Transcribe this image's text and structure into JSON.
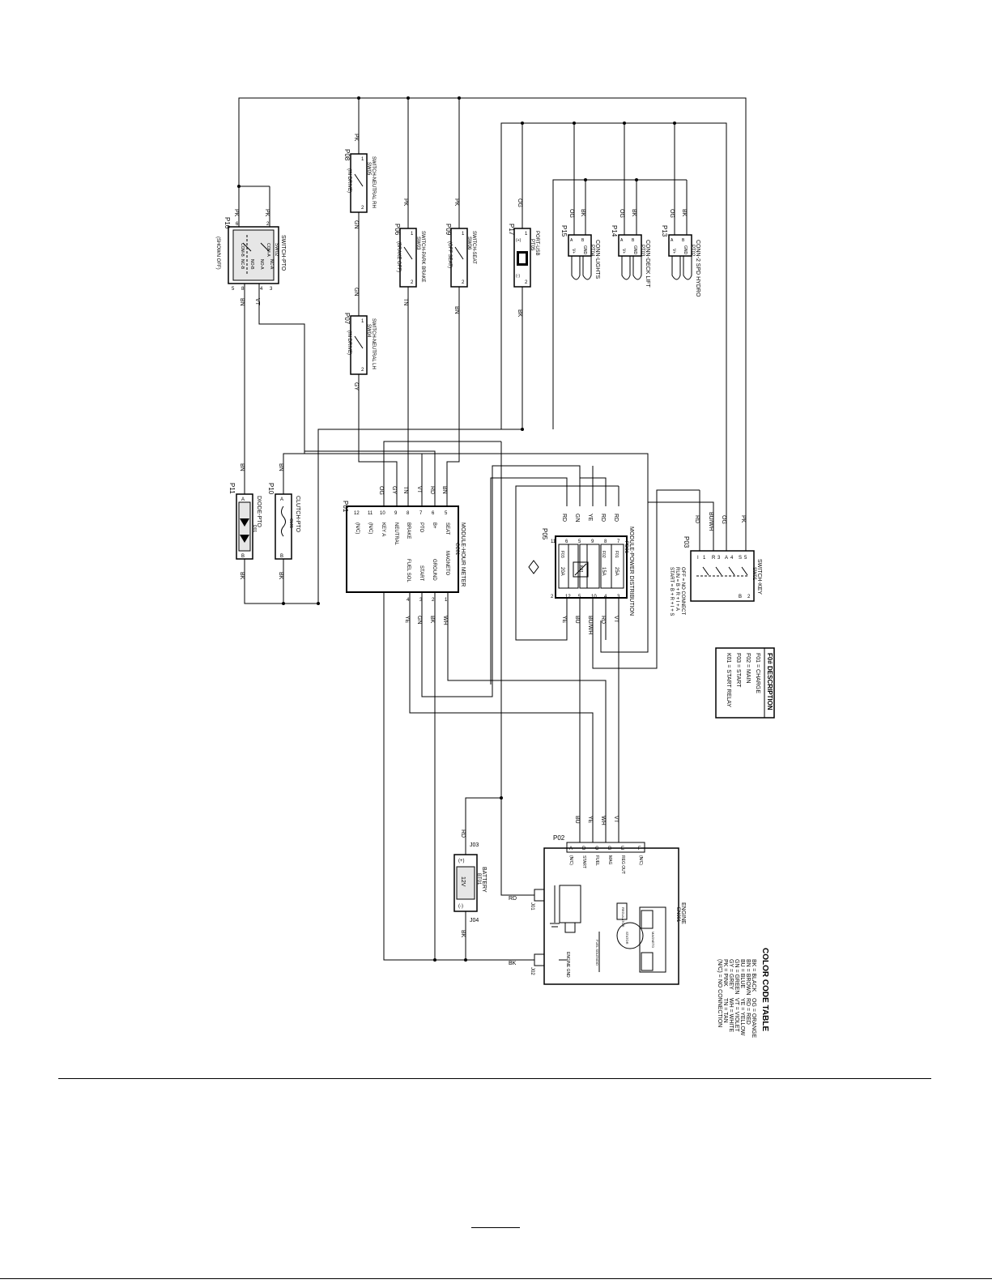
{
  "connectors": {
    "p16": {
      "ref": "P16",
      "name": "SWITCH-PTO",
      "code": "SW02",
      "state": "(SHOWN OFF)",
      "pins": [
        "6",
        "2",
        "5",
        "8",
        "4",
        "3",
        "3"
      ],
      "contacts": [
        "COM-B",
        "COM-A",
        "NC-B",
        "NO-B",
        "NO-A",
        "NC-A"
      ]
    },
    "p08": {
      "ref": "P08",
      "name": "SWITCH-NEUTRAL RH",
      "code": "SW05",
      "state": "(IN DRIVE)",
      "pins": [
        "1",
        "2"
      ]
    },
    "p07": {
      "ref": "P07",
      "name": "SWITCH-NEUTRAL LH",
      "code": "SW04",
      "state": "(IN DRIVE)",
      "pins": [
        "1",
        "2"
      ]
    },
    "p06": {
      "ref": "P06",
      "name": "SWITCH-PARK BRAKE",
      "code": "SW03",
      "state": "(BRAKE OFF)",
      "pins": [
        "1",
        "2"
      ]
    },
    "p09": {
      "ref": "P09",
      "name": "SWITCH-SEAT",
      "code": "SW06",
      "state": "(OFF SEAT)",
      "pins": [
        "1",
        "2"
      ]
    },
    "p17": {
      "ref": "P17",
      "name": "PORT-USB",
      "code": "PT05",
      "pins": [
        "1",
        "2"
      ],
      "pin_labels": [
        "(+)",
        "(-)"
      ]
    },
    "p15": {
      "ref": "P15",
      "name": "CONN-LIGHTS",
      "code": "PT04",
      "pins": [
        "A",
        "B"
      ],
      "pin_labels": [
        "V+",
        "GND"
      ]
    },
    "p14": {
      "ref": "P14",
      "name": "CONN-DECK LIFT",
      "code": "PT03",
      "pins": [
        "A",
        "B"
      ],
      "pin_labels": [
        "V+",
        "GND"
      ]
    },
    "p13": {
      "ref": "P13",
      "name": "CONN-2 SPD HYDRO",
      "code": "PT02",
      "pins": [
        "A",
        "B"
      ],
      "pin_labels": [
        "V+",
        "GND"
      ]
    },
    "p10": {
      "ref": "P10",
      "name": "CLUTCH-PTO",
      "code": "CL01",
      "pins": [
        "A",
        "B"
      ]
    },
    "p11": {
      "ref": "P11",
      "name": "DIODE-PTO",
      "code": "D01",
      "pins": [
        "A",
        "B"
      ]
    },
    "p01": {
      "ref": "P01",
      "name": "MODULE-HOUR METER",
      "code": "CC01",
      "pins": [
        "5",
        "6",
        "7",
        "8",
        "9",
        "10",
        "11",
        "12",
        "1",
        "2",
        "3",
        "4"
      ],
      "left_labels": [
        "SEAT",
        "B+",
        "PTO",
        "BRAKE",
        "NEUTRAL",
        "KEY A",
        "(N/C)",
        "(N/C)"
      ],
      "right_labels": [
        "MAGNETO",
        "GROUND",
        "START",
        "FUEL SOL"
      ]
    },
    "p05": {
      "ref": "P05",
      "name": "MODULE-POWER DISTRIBUTION",
      "code": "PD01",
      "pins": [
        "7",
        "8",
        "9",
        "5",
        "6",
        "11",
        "3",
        "4",
        "10",
        "5",
        "12",
        "2"
      ],
      "fuses": [
        {
          "id": "F01",
          "amps": "25A"
        },
        {
          "id": "F02",
          "amps": "15A"
        },
        {
          "id": "F03",
          "amps": "20A"
        }
      ],
      "relay": "K01"
    },
    "p03": {
      "ref": "P03",
      "name": "SWITCH-KEY",
      "code": "SW01",
      "pins": [
        "5",
        "4",
        "3",
        "1",
        "2"
      ],
      "pin_labels": [
        "S",
        "A",
        "R",
        "I",
        "B"
      ],
      "positions": [
        "OFF = NO CONNECT",
        "RUN = B + R + I + A",
        "START = B + R + I + S"
      ]
    },
    "p02": {
      "ref": "P02",
      "name": "ENGINE",
      "code": "EN001",
      "pins": [
        "A",
        "D",
        "C",
        "B",
        "E",
        "F"
      ],
      "pin_labels": [
        "(N/C)",
        "START",
        "FUEL",
        "MAG",
        "REG OUT",
        "(N/C)"
      ],
      "parts": [
        "FUEL SOLENOID",
        "ENGINE GND",
        "STATOR",
        "REGULATOR",
        "MAGNETO"
      ]
    },
    "j03": {
      "ref": "J03",
      "label": "(+)"
    },
    "j04": {
      "ref": "J04",
      "label": "(-)"
    },
    "j01": {
      "ref": "J01"
    },
    "j02": {
      "ref": "J02"
    },
    "battery": {
      "name": "BATTERY",
      "code": "BT01",
      "voltage": "12V"
    }
  },
  "wires": {
    "pk": "PK",
    "gn": "GN",
    "gy": "GY",
    "tn": "TN",
    "bn": "BN",
    "og": "OG",
    "bk": "BK",
    "vt": "VT",
    "rd": "RD",
    "ye": "YE",
    "bu": "BU",
    "wh": "WH",
    "buwh": "BU/WH"
  },
  "fuse_table": {
    "title": "F0# DESCRIPTION",
    "rows": [
      "F01 = CHARGE",
      "F02 = MAIN",
      "F03 = START",
      "K01 = START RELAY"
    ]
  },
  "color_code_table": {
    "title": "COLOR CODE TABLE",
    "rows": [
      {
        "left": "BK = BLACK",
        "right": "OG = ORANGE"
      },
      {
        "left": "BN = BROWN",
        "right": "RD = RED"
      },
      {
        "left": "BU = BLUE",
        "right": "YE = YELLOW"
      },
      {
        "left": "GN = GREEN",
        "right": "VT = VIOLET"
      },
      {
        "left": "GY = GREY",
        "right": "WH = WHITE"
      },
      {
        "left": "PK = PINK",
        "right": "TN = TAN"
      },
      {
        "left": "(N/C) = NO CONNECTION",
        "right": ""
      }
    ]
  }
}
